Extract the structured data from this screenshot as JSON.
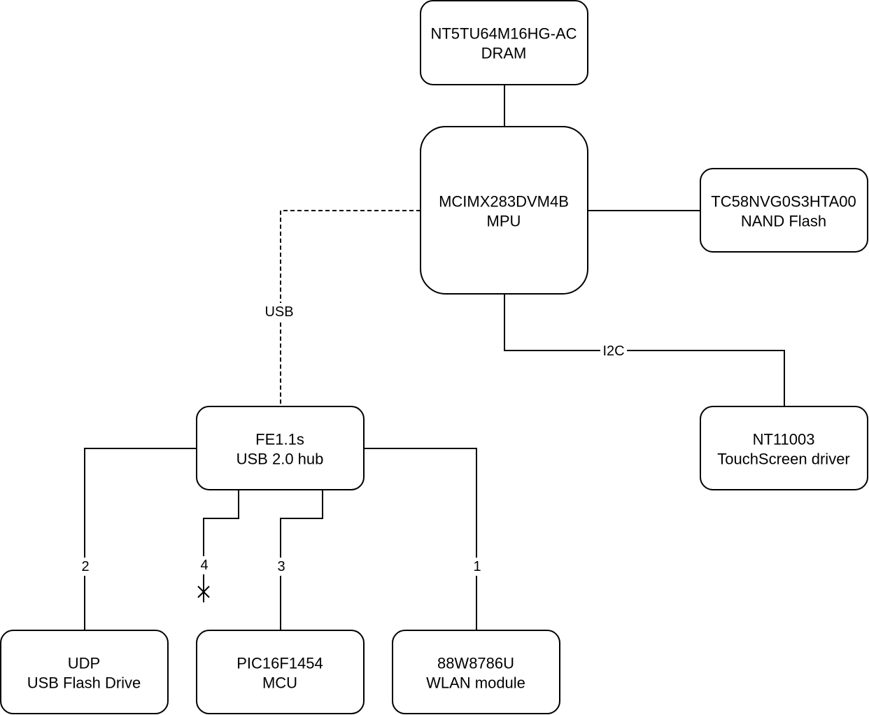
{
  "diagram": {
    "nodes": {
      "dram": {
        "line1": "NT5TU64M16HG-AC",
        "line2": "DRAM"
      },
      "mpu": {
        "line1": "MCIMX283DVM4B",
        "line2": "MPU"
      },
      "nand": {
        "line1": "TC58NVG0S3HTA00",
        "line2": "NAND Flash"
      },
      "hub": {
        "line1": "FE1.1s",
        "line2": "USB 2.0 hub"
      },
      "touch": {
        "line1": "NT11003",
        "line2": "TouchScreen driver"
      },
      "udp": {
        "line1": "UDP",
        "line2": "USB Flash Drive"
      },
      "mcu": {
        "line1": "PIC16F1454",
        "line2": "MCU"
      },
      "wlan": {
        "line1": "88W8786U",
        "line2": "WLAN module"
      }
    },
    "edges": {
      "usb": "USB",
      "i2c": "I2C",
      "port1": "1",
      "port2": "2",
      "port3": "3",
      "port4": "4"
    }
  }
}
